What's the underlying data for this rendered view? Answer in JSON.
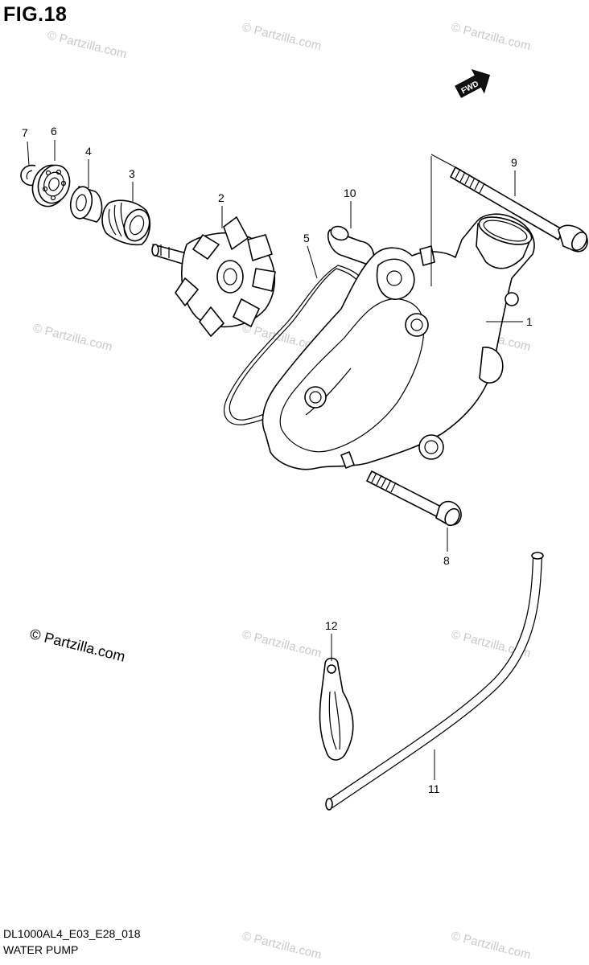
{
  "figure": {
    "title": "FIG.18",
    "code": "DL1000AL4_E03_E28_018",
    "name": "WATER PUMP",
    "direction_badge": "FWD"
  },
  "watermark": {
    "text": "© Partzilla.com",
    "large_text": "© Partzilla.com"
  },
  "callouts": [
    "1",
    "2",
    "3",
    "4",
    "5",
    "6",
    "7",
    "8",
    "9",
    "10",
    "11",
    "12"
  ]
}
